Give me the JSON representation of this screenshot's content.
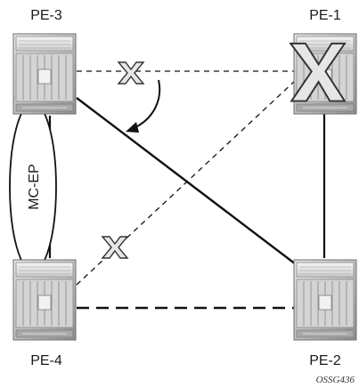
{
  "nodes": {
    "pe3": "PE-3",
    "pe1": "PE-1",
    "pe4": "PE-4",
    "pe2": "PE-2"
  },
  "mc_ep": "MC-EP",
  "failed_link_marks": [
    "X",
    "X"
  ],
  "failed_node_mark": "X",
  "figure_id": "OSSG436",
  "colors": {
    "device_body": "#b4b4b4",
    "device_light": "#e0e0e0",
    "line": "#111111",
    "mark_fill": "#e6e6e6"
  },
  "icons": [
    "router-chassis-icon",
    "failure-x-icon",
    "redirect-arrow-icon"
  ]
}
